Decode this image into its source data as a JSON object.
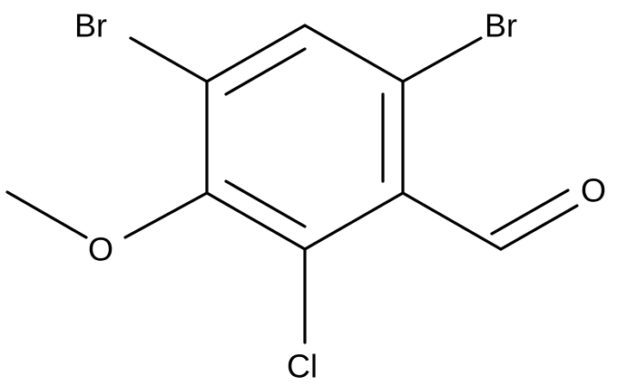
{
  "structure": {
    "atoms": {
      "br_top_left": "Br",
      "br_top_right": "Br",
      "oxygen_methoxy": "O",
      "oxygen_aldehyde": "O",
      "chlorine": "Cl"
    }
  }
}
